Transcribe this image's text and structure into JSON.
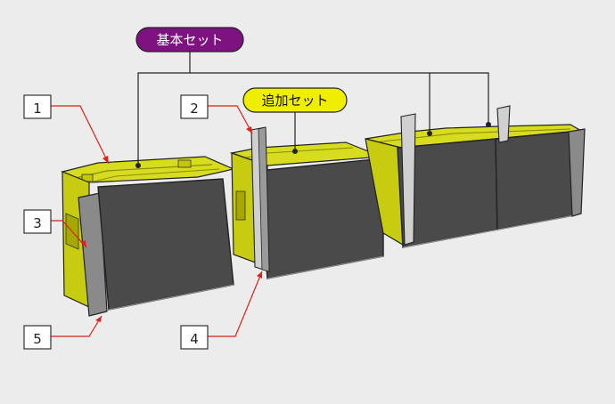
{
  "labels": {
    "basic_set": "基本セット",
    "additional_set": "追加セット"
  },
  "callouts": [
    "1",
    "2",
    "3",
    "4",
    "5"
  ],
  "colors": {
    "background": "#ececec",
    "box_yellow": "#d8dc1e",
    "box_yellow_dark": "#a6a800",
    "panel_dark": "#4a4a4a",
    "panel_side": "#8a8a8a",
    "basic_badge": "#7d1280",
    "additional_badge": "#f0ee00",
    "leader_red": "#e0201a"
  }
}
